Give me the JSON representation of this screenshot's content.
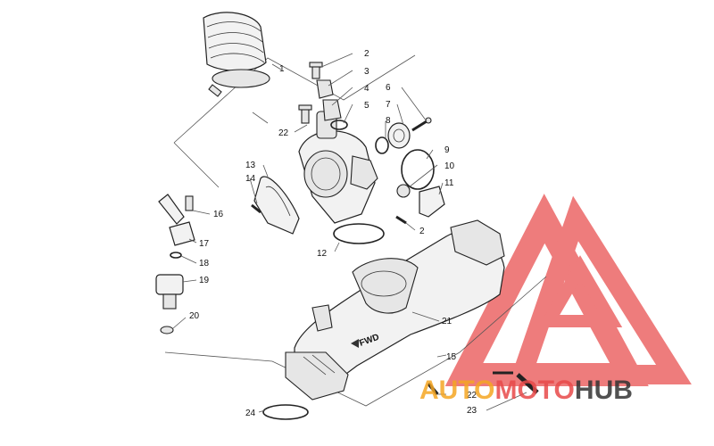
{
  "callouts": {
    "c1": "1",
    "c2a": "2",
    "c2b": "2",
    "c3": "3",
    "c4": "4",
    "c5": "5",
    "c6": "6",
    "c7": "7",
    "c8": "8",
    "c9": "9",
    "c10": "10",
    "c11": "11",
    "c12": "12",
    "c13": "13",
    "c14": "14",
    "c15": "15",
    "c16": "16",
    "c17": "17",
    "c18": "18",
    "c19": "19",
    "c20": "20",
    "c21": "21",
    "c22a": "22",
    "c22b": "22",
    "c23": "23",
    "c24": "24"
  },
  "labels": {
    "fwd": "FWD"
  },
  "watermark": {
    "part1": "AUTO",
    "part2": "MOTO",
    "part3": "HUB",
    "colors": {
      "auto": "#f5a623",
      "moto": "#e84a4a",
      "hub": "#333333",
      "logo": "#e84a4a"
    }
  }
}
